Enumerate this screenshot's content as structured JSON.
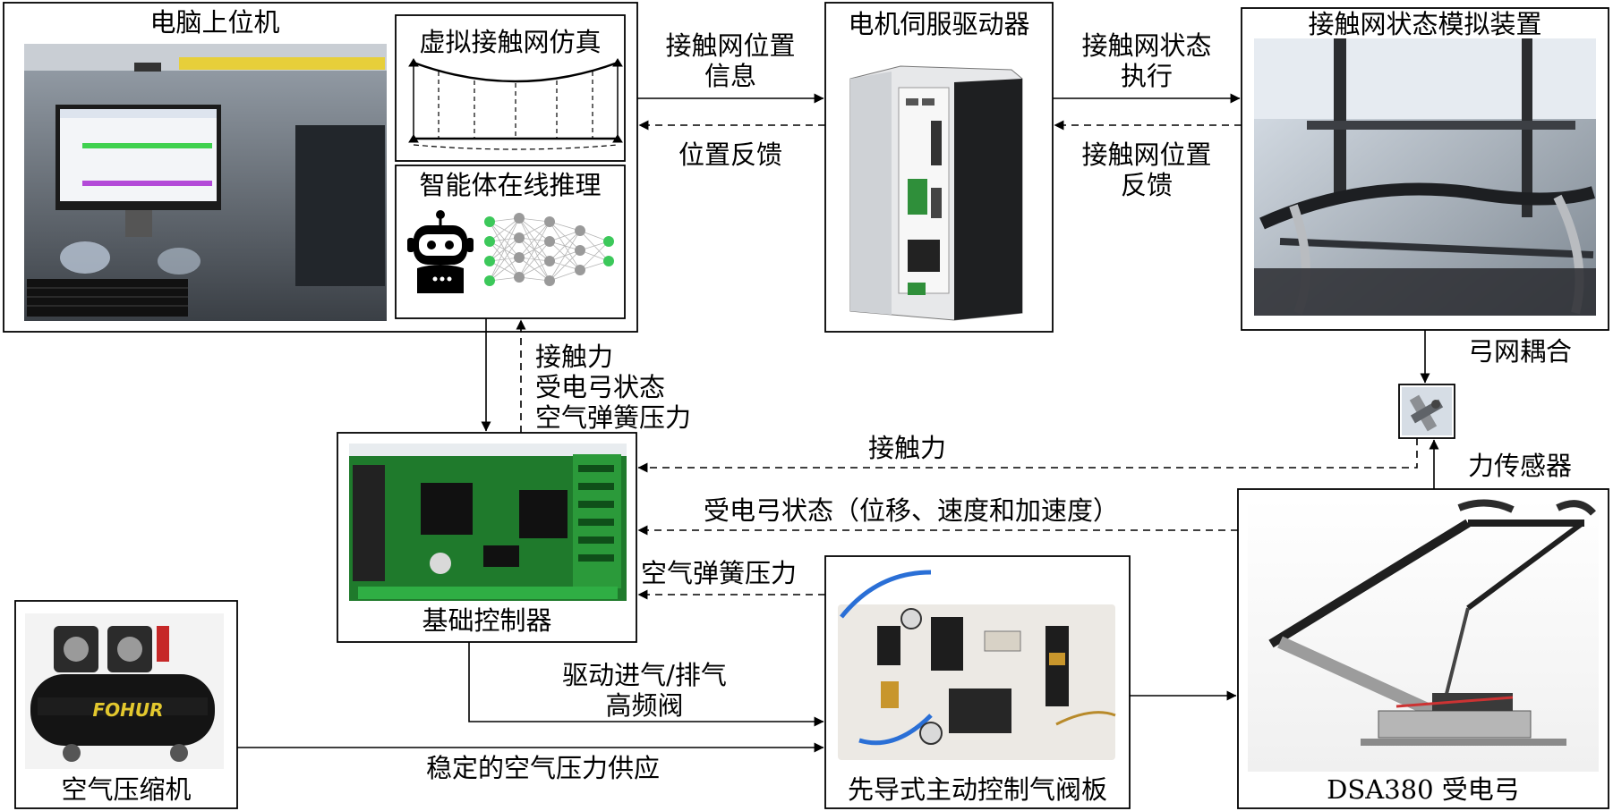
{
  "blocks": {
    "pc": "电脑上位机",
    "virtual_sim": "虚拟接触网仿真",
    "agent_inference": "智能体在线推理",
    "servo_driver": "电机伺服驱动器",
    "catenary_device": "接触网状态模拟装置",
    "base_controller": "基础控制器",
    "air_compressor": "空气压缩机",
    "valve_board": "先导式主动控制气阀板",
    "pantograph": "DSA380 受电弓"
  },
  "arrows": {
    "position_info": [
      "接触网位置",
      "信息"
    ],
    "position_feedback": "位置反馈",
    "state_exec": [
      "接触网状态",
      "执行"
    ],
    "catenary_pos_feedback": [
      "接触网位置",
      "反馈"
    ],
    "bow_net_coupling": "弓网耦合",
    "force_sensor": "力传感器",
    "upstream_signals": [
      "接触力",
      "受电弓状态",
      "空气弹簧压力"
    ],
    "contact_force": "接触力",
    "pantograph_state": "受电弓状态（位移、速度和加速度）",
    "air_spring_pressure": "空气弹簧压力",
    "drive_valve": [
      "驱动进气/排气",
      "高频阀"
    ],
    "stable_air_supply": "稳定的空气压力供应"
  },
  "compressor_brand": "FOHUR",
  "colors": {
    "line": "#000000",
    "neural_green": "#3cc85a",
    "neural_grey": "#9a9a9a",
    "screen_blue": "#2a5fd0",
    "pcb_green": "#1f7a2c",
    "photo_dark": "#2c2c2c"
  }
}
